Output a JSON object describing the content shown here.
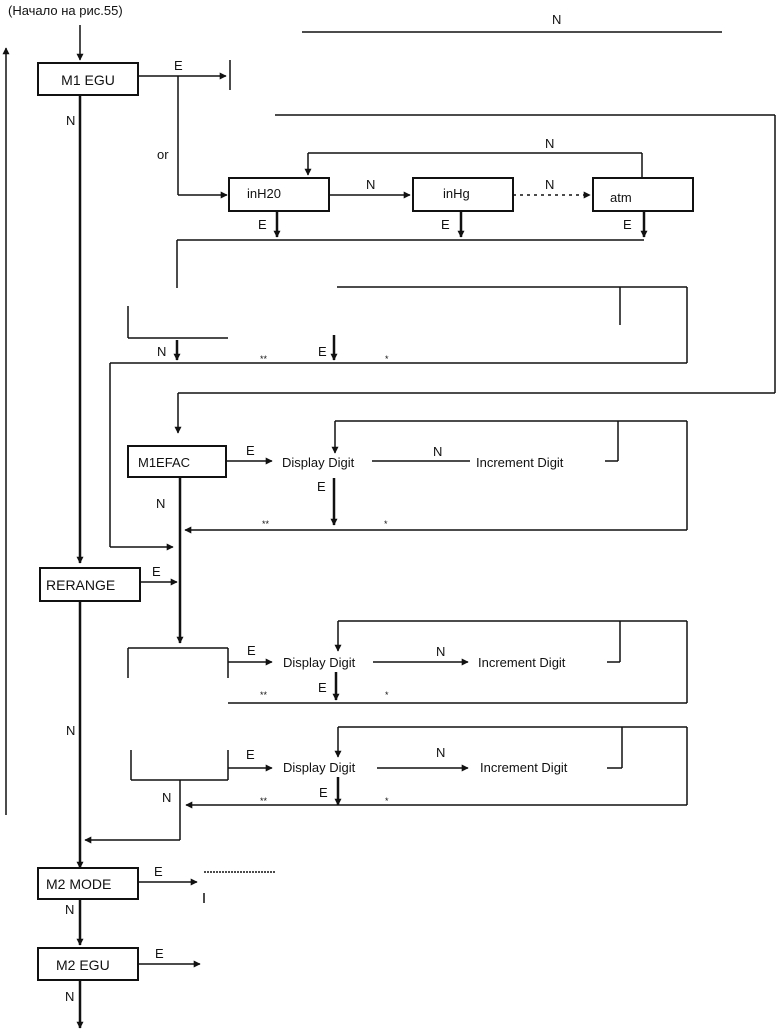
{
  "header": {
    "continuation": "(Начало на рис.55)"
  },
  "boxes": {
    "m1_egu": "M1 EGU",
    "inh2o": "inH20",
    "inhg": "inHg",
    "atm": "atm",
    "m1efac": "M1EFAC",
    "rerange": "RERANGE",
    "m2_mode": "M2 MODE",
    "m2_egu": "M2 EGU"
  },
  "steps": {
    "display_digit": "Display Digit",
    "increment_digit": "Increment Digit"
  },
  "labels": {
    "n": "N",
    "e": "E",
    "or": "or",
    "double_star": "**",
    "star": "*"
  }
}
